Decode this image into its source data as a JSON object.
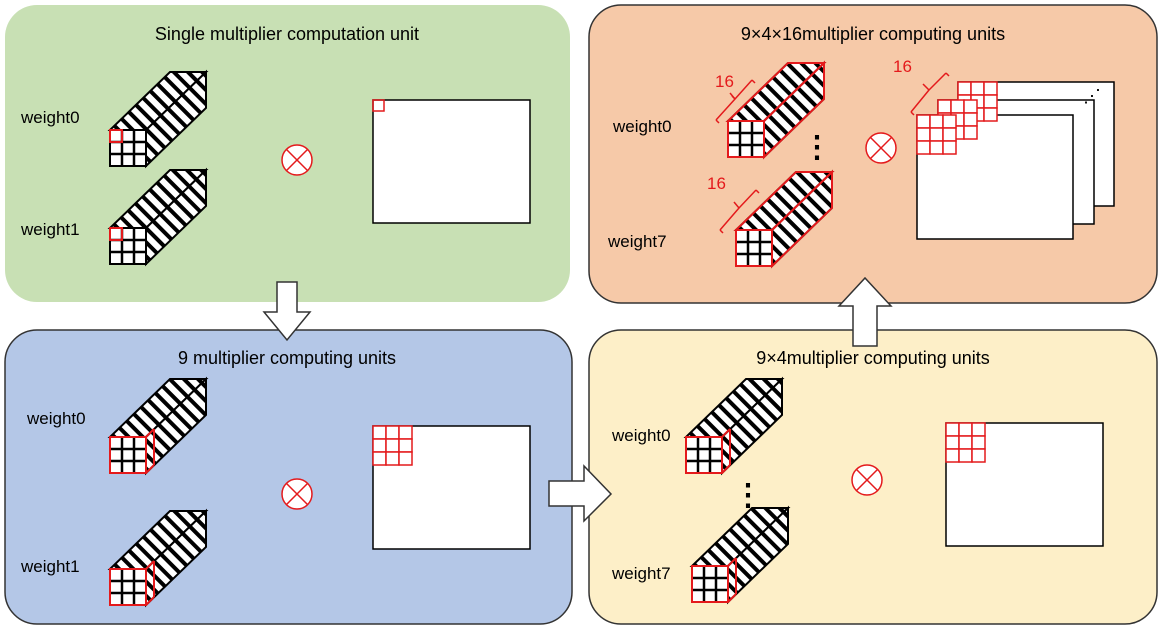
{
  "panels": {
    "single": {
      "title": "Single multiplier computation unit",
      "bg": "#c8e0b4",
      "labels": [
        "weight0",
        "weight1"
      ]
    },
    "nine": {
      "title": "9 multiplier computing units",
      "bg": "#b4c7e7",
      "labels": [
        "weight0",
        "weight1"
      ]
    },
    "ninefour": {
      "title": "9×4multiplier computing units",
      "bg": "#fdefc8",
      "labels": [
        "weight0",
        "weight7"
      ],
      "ellipsis": "⋮"
    },
    "ninefoursixteen": {
      "title": "9×4×16multiplier computing units",
      "bg": "#f6c9a8",
      "labels": [
        "weight0",
        "weight7"
      ],
      "ellipsis": "⋮",
      "dim_labels": [
        "16",
        "16",
        "16"
      ],
      "stack_ellipsis": "⋰"
    }
  },
  "operator_symbol": "⊗",
  "colors": {
    "highlight": "#e41a1c",
    "outline": "#000000",
    "panel_border": "#333333"
  }
}
